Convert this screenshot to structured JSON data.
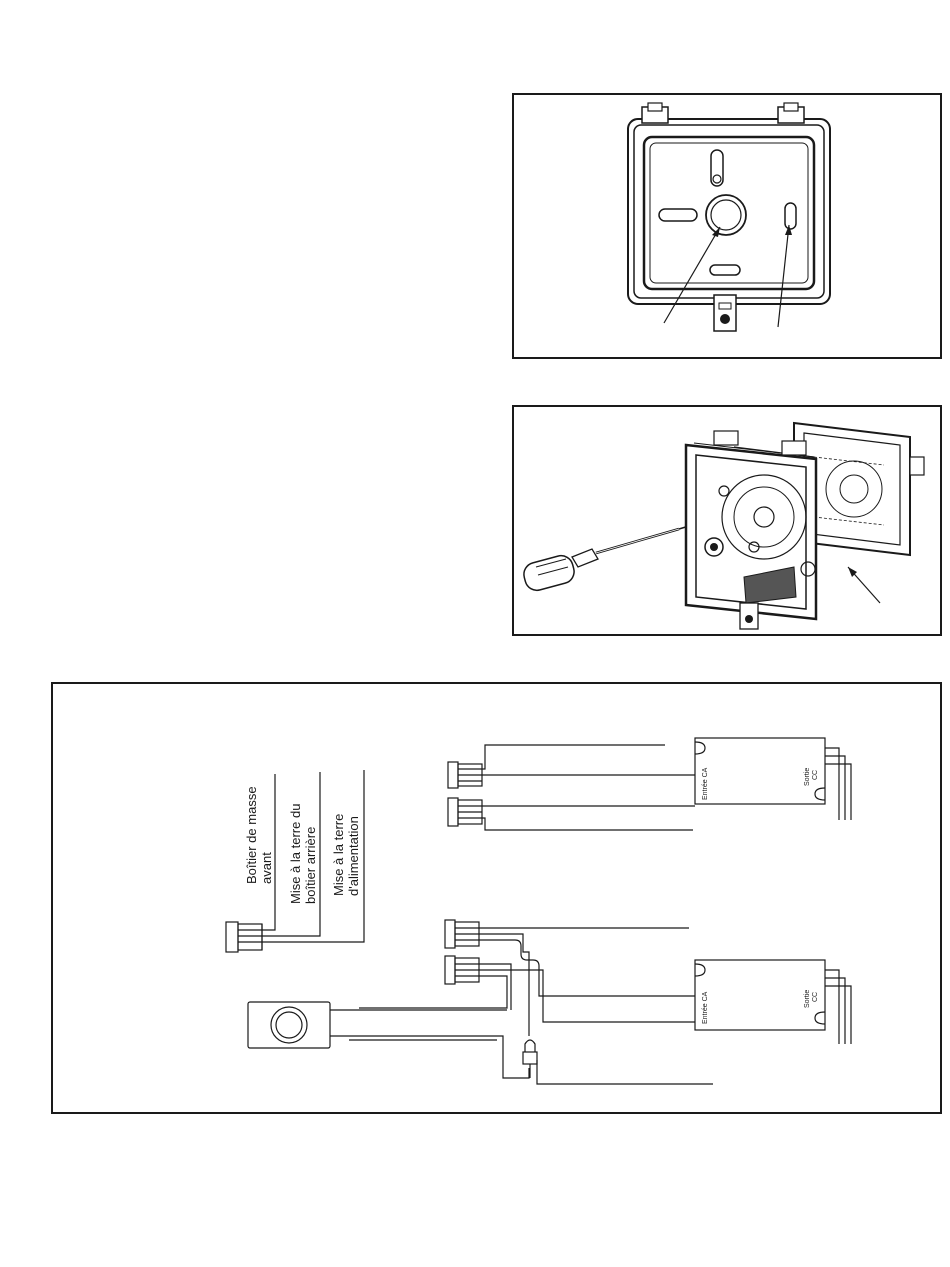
{
  "wiring": {
    "ground_labels": {
      "front_box": [
        "Boîtier de masse",
        "avant"
      ],
      "back_box": [
        "Mise à la terre du",
        "boîtier arrière"
      ],
      "power": [
        "Mise à la terre",
        "d'alimentation"
      ]
    },
    "driver_top": {
      "input": "Entrée CA",
      "output": [
        "Sortie",
        "CC"
      ]
    },
    "driver_bottom": {
      "input": "Entrée CA",
      "output": [
        "Sortie",
        "CC"
      ]
    }
  }
}
